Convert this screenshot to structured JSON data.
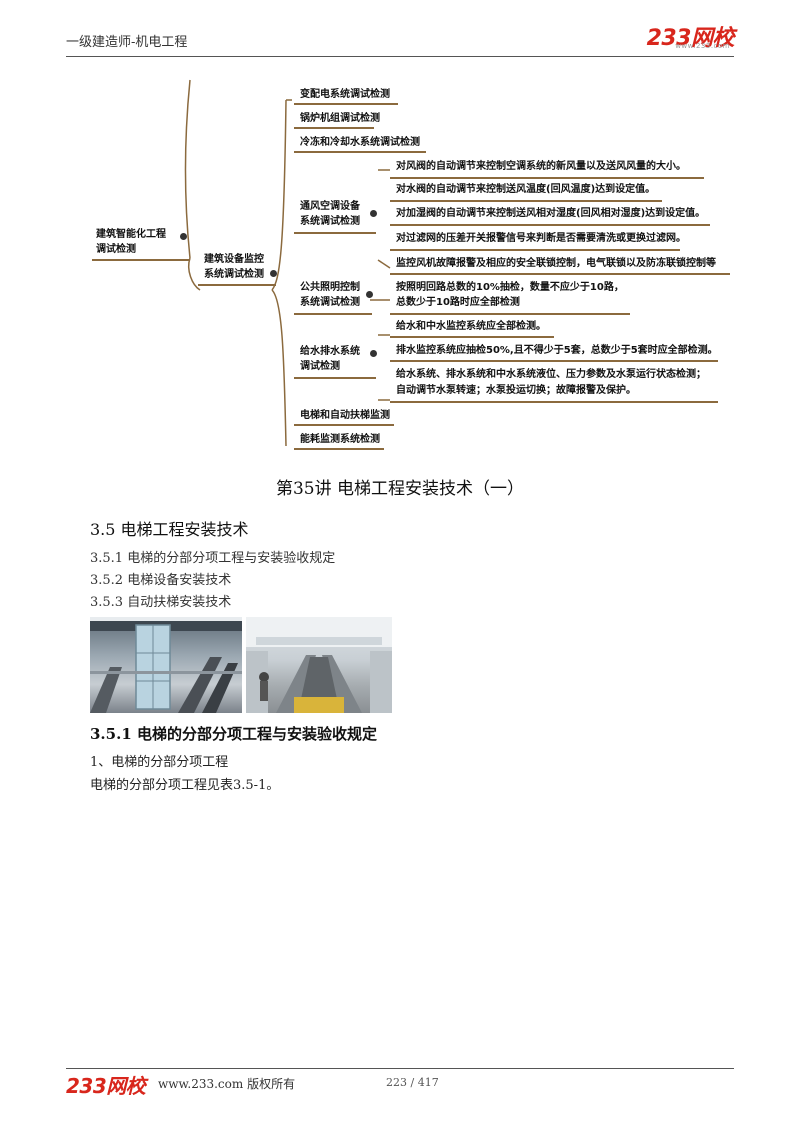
{
  "header": {
    "title": "一级建造师-机电工程",
    "logo": "233网校",
    "logo_sub": "www.233.com"
  },
  "mindmap": {
    "root": "建筑智能化工程调试检测",
    "root_lines": [
      "建筑智能化工程",
      "调试检测"
    ],
    "branch_lines": [
      "建筑设备监控",
      "系统调试检测"
    ],
    "items": {
      "power": "变配电系统调试检测",
      "boiler": "锅炉机组调试检测",
      "cooling": "冷冻和冷却水系统调试检测",
      "hvac_lines": [
        "通风空调设备",
        "系统调试检测"
      ],
      "hvac_children": [
        "对风阀的自动调节来控制空调系统的新风量以及送风风量的大小。",
        "对水阀的自动调节来控制送风温度(回风温度)达到设定值。",
        "对加湿阀的自动调节来控制送风相对湿度(回风相对湿度)达到设定值。",
        "对过滤网的压差开关报警信号来判断是否需要清洗或更换过滤网。",
        "监控风机故障报警及相应的安全联锁控制，电气联锁以及防冻联锁控制等"
      ],
      "lighting_lines": [
        "公共照明控制",
        "系统调试检测"
      ],
      "lighting_child_lines": [
        "按照明回路总数的10%抽检，数量不应少于10路，",
        "总数少于10路时应全部检测"
      ],
      "water_lines": [
        "给水排水系统",
        "调试检测"
      ],
      "water_children": {
        "c1": "给水和中水监控系统应全部检测。",
        "c2": "排水监控系统应抽检50%,且不得少于5套，总数少于5套时应全部检测。",
        "c3_lines": [
          "给水系统、排水系统和中水系统液位、压力参数及水泵运行状态检测；",
          "自动调节水泵转速；水泵投运切换；故障报警及保护。"
        ]
      },
      "elevator": "电梯和自动扶梯监测",
      "energy": "能耗监测系统检测"
    }
  },
  "lecture_title": "第35讲  电梯工程安装技术（一）",
  "section_title": "3.5 电梯工程安装技术",
  "toc": [
    "3.5.1 电梯的分部分项工程与安装验收规定",
    "3.5.2 电梯设备安装技术",
    "3.5.3 自动扶梯安装技术"
  ],
  "subsection_title": "3.5.1 电梯的分部分项工程与安装验收规定",
  "para1": "1、电梯的分部分项工程",
  "para2": "电梯的分部分项工程见表3.5-1。",
  "footer": {
    "site": "www.233.com 版权所有",
    "page": "223 / 417"
  }
}
